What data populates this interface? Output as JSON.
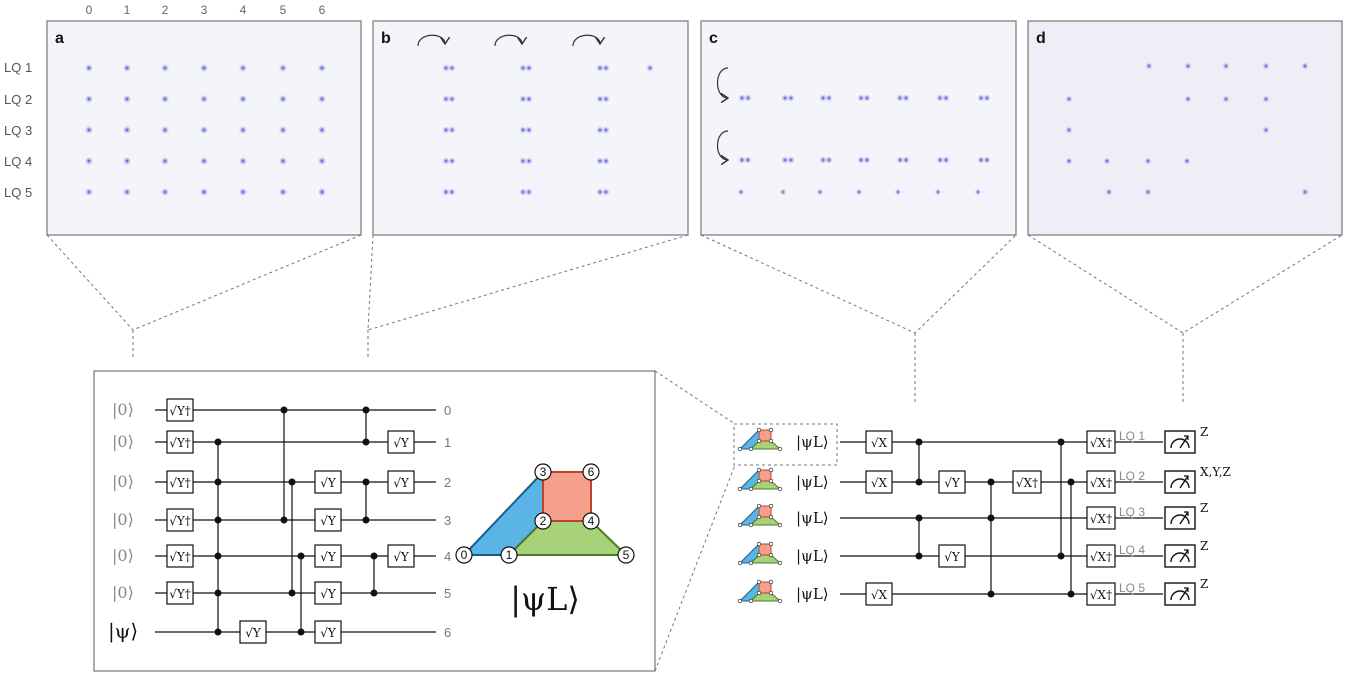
{
  "column_labels": [
    "0",
    "1",
    "2",
    "3",
    "4",
    "5",
    "6"
  ],
  "row_labels": [
    "LQ 1",
    "LQ 2",
    "LQ 3",
    "LQ 4",
    "LQ 5"
  ],
  "panels": [
    {
      "letter": "a"
    },
    {
      "letter": "b"
    },
    {
      "letter": "c"
    },
    {
      "letter": "d"
    }
  ],
  "encoding_circuit": {
    "input_ket": "|0⟩",
    "data_ket": "|ψ⟩",
    "wire_labels": [
      "0",
      "1",
      "2",
      "3",
      "4",
      "5",
      "6"
    ],
    "gate_ydag": "√Y†",
    "gate_y": "√Y",
    "logical_state": "|ψL⟩"
  },
  "code_diagram": {
    "node_labels": [
      "0",
      "1",
      "2",
      "3",
      "4",
      "5",
      "6"
    ]
  },
  "logical_circuit": {
    "input_label": "|ψL⟩",
    "gate_x": "√X",
    "gate_y": "√Y",
    "gate_xdag": "√X†",
    "lq_labels": [
      "LQ 1",
      "LQ 2",
      "LQ 3",
      "LQ 4",
      "LQ 5"
    ],
    "measure_bases": [
      "Z",
      "X,Y,Z",
      "Z",
      "Z",
      "Z"
    ]
  },
  "colors": {
    "spot": "#4a4ad0",
    "panel_bg": "#f4f4fb",
    "blue_face": "#5bb4e6",
    "red_face": "#f4a08c",
    "green_face": "#a8d27a"
  }
}
